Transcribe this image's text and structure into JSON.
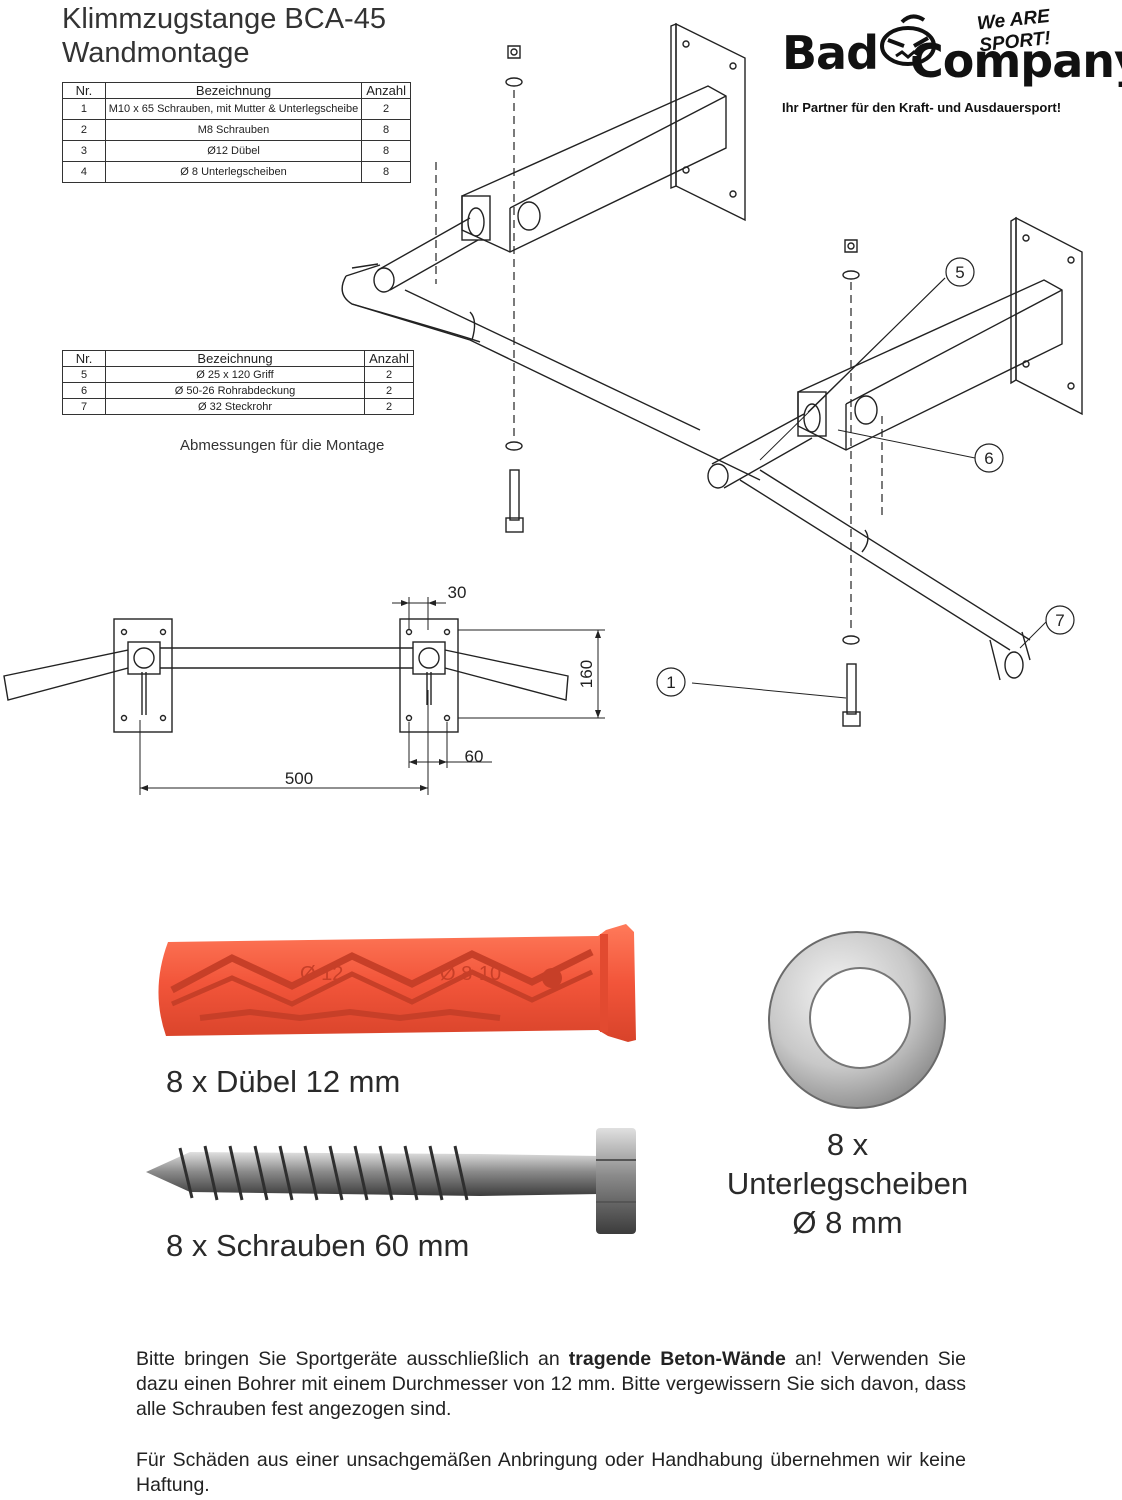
{
  "header": {
    "title_line1": "Klimmzugstange BCA-45",
    "title_line2": "Wandmontage"
  },
  "brand": {
    "name_left": "Bad",
    "name_right": "Company",
    "slogan": "We ARE SPORT!",
    "tagline": "Ihr Partner für den Kraft- und Ausdauersport!"
  },
  "table1": {
    "headers": [
      "Nr.",
      "Bezeichnung",
      "Anzahl"
    ],
    "rows": [
      [
        "1",
        "M10 x 65 Schrauben, mit Mutter & Unterlegscheibe",
        "2"
      ],
      [
        "2",
        "M8 Schrauben",
        "8"
      ],
      [
        "3",
        "Ø12 Dübel",
        "8"
      ],
      [
        "4",
        "Ø 8 Unterlegscheiben",
        "8"
      ]
    ]
  },
  "table2": {
    "headers": [
      "Nr.",
      "Bezeichnung",
      "Anzahl"
    ],
    "rows": [
      [
        "5",
        "Ø 25 x 120 Griff",
        "2"
      ],
      [
        "6",
        "Ø 50-26 Rohrabdeckung",
        "2"
      ],
      [
        "7",
        "Ø 32  Steckrohr",
        "2"
      ]
    ]
  },
  "dimensions": {
    "caption": "Abmessungen für die Montage",
    "d30": "30",
    "d160": "160",
    "d60": "60",
    "d500": "500"
  },
  "callouts": [
    "1",
    "5",
    "6",
    "7"
  ],
  "dowel_print": {
    "left": "Ø 12",
    "right": "Ø 8-10"
  },
  "parts": {
    "dowel_label": "8 x Dübel 12 mm",
    "screw_label": "8 x Schrauben 60 mm",
    "washer_line1": "8 x",
    "washer_line2": "Unterlegscheiben",
    "washer_line3": "Ø 8 mm"
  },
  "notice": {
    "p1_part1": "Bitte bringen Sie Sportgeräte ausschließlich an ",
    "p1_bold": "tragende Beton-Wände",
    "p1_part2": " an! Verwenden Sie dazu einen Bohrer mit einem Durchmesser von 12 mm. Bitte vergewissern Sie sich davon, dass alle Schrauben fest angezogen sind.",
    "p2": "Für Schäden aus einer unsachgemäßen Anbringung oder Handhabung übernehmen wir keine Haftung."
  },
  "colors": {
    "dowel": "#f2553a",
    "dowel_dark": "#c73f28",
    "metal": "#9a9a9a"
  }
}
